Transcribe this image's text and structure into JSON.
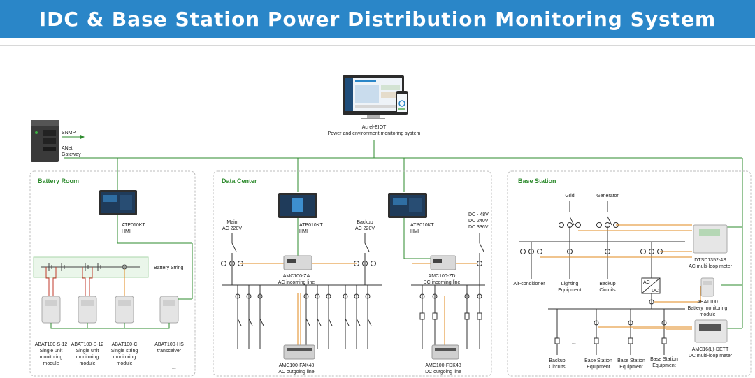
{
  "header": {
    "title": "IDC & Base Station Power Distribution Monitoring System"
  },
  "monitor": {
    "name": "Acrel-EIOT",
    "desc": "Power and environment monitoring system"
  },
  "gateway": {
    "protocol": "SNMP",
    "name1": "ANet",
    "name2": "Gateway"
  },
  "sections": {
    "battery_room": "Battery Room",
    "data_center": "Data Center",
    "base_station": "Base Station"
  },
  "battery": {
    "hmi1": "ATP010KT",
    "hmi2": "HMI",
    "string_label": "Battery String",
    "modules": [
      {
        "l1": "ABAT100-S-12",
        "l2": "Single unit",
        "l3": "monitoring",
        "l4": "module"
      },
      {
        "l1": "ABAT100-S-12",
        "l2": "Single unit",
        "l3": "monitoring",
        "l4": "module"
      },
      {
        "l1": "ABAT100-C",
        "l2": "Single string",
        "l3": "monitoring",
        "l4": "module"
      },
      {
        "l1": "ABAT100-HS",
        "l2": "transceiver",
        "l3": "",
        "l4": ""
      }
    ],
    "dots": "...",
    "dots2": "..."
  },
  "datacenter": {
    "main1": "Main",
    "main2": "AC 220V",
    "backup1": "Backup",
    "backup2": "AC 220V",
    "hmi_a1": "ATP010KT",
    "hmi_a2": "HMI",
    "hmi_b1": "ATP010KT",
    "hmi_b2": "HMI",
    "dc1": "DC - 48V",
    "dc2": "DC 240V",
    "dc3": "DC 336V",
    "za1": "AMC100-ZA",
    "za2": "AC incoming line",
    "zd1": "AMC100-ZD",
    "zd2": "DC incoming line",
    "fak1": "AMC100-FAK48",
    "fak2": "AC outgoing line",
    "fdk1": "AMC100-FDK48",
    "fdk2": "DC outgoing line",
    "dots": "..."
  },
  "basestation": {
    "grid": "Grid",
    "generator": "Generator",
    "dtsd1": "DTSD1352-4S",
    "dtsd2": "AC multi-loop meter",
    "aircon": "Air-conditioner",
    "light1": "Lighting",
    "light2": "Equipment",
    "backup1": "Backup",
    "backup2": "Circuits",
    "ac": "AC",
    "dc": "DC",
    "abat1": "ABAT100",
    "abat2": "Battery monitoring",
    "abat3": "module",
    "bk1": "Backup",
    "bk2": "Circuits",
    "eq_a1": "Base Station",
    "eq_a2": "Equipment",
    "eq_b1": "Base Station",
    "eq_b2": "Equipment",
    "eq_c1": "Base Station",
    "eq_c2": "Equipment",
    "amc1": "AMC16(L)-DETT",
    "amc2": "DC multi-loop meter",
    "dots": "..."
  }
}
